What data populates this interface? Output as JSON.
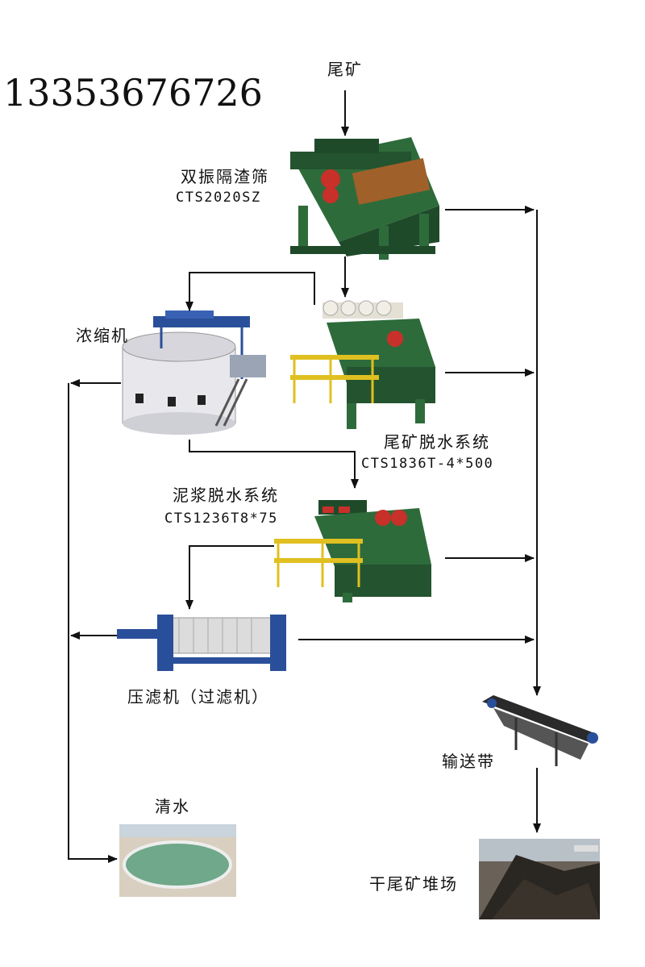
{
  "phone": "13353676726",
  "nodes": {
    "tailings_in": "尾矿",
    "screen": {
      "name": "双振隔渣筛",
      "model": "CTS2020SZ"
    },
    "thickener": {
      "name": "浓缩机"
    },
    "tail_dewater": {
      "name": "尾矿脱水系统",
      "model": "CTS1836T-4*500"
    },
    "mud_dewater": {
      "name": "泥浆脱水系统",
      "model": "CTS1236T8*75"
    },
    "filter_press": {
      "name": "压滤机（过滤机）"
    },
    "clear_water": {
      "name": "清水"
    },
    "conveyor": {
      "name": "输送带"
    },
    "dry_yard": {
      "name": "干尾矿堆场"
    }
  },
  "colors": {
    "machine_green": "#2e6b3a",
    "machine_dark": "#1f4a2a",
    "rail_yellow": "#e0c020",
    "motor_red": "#c8302a",
    "frame_blue": "#2a4f9a",
    "tank_white": "#e8e8ec",
    "water_green": "#6fa88a",
    "soil_dark": "#2a2622",
    "arrow": "#111111"
  }
}
